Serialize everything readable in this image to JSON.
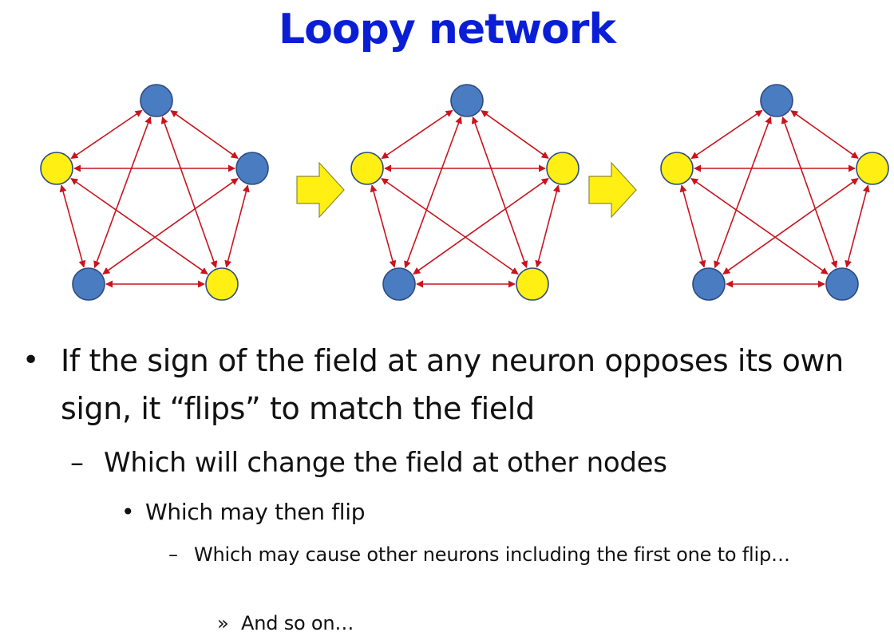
{
  "slide": {
    "title": "Loopy network"
  },
  "colors": {
    "title": "#0a1ed6",
    "edge": "#c8141e",
    "node_blue": "#4a7cc2",
    "node_yellow": "#ffef12",
    "node_stroke": "#2d4a80",
    "transition_arrow_fill": "#ffef12",
    "transition_arrow_stroke": "#8a8a30"
  },
  "diagram": {
    "edge_style": "bidirectional-arrows",
    "node_order": [
      "top",
      "right",
      "bottom-right",
      "bottom-left",
      "left"
    ],
    "transition_icon": "right-block-arrow-icon",
    "networks": [
      {
        "id": "state-1",
        "node_states": [
          "blue",
          "blue",
          "yellow",
          "blue",
          "yellow"
        ]
      },
      {
        "id": "state-2",
        "node_states": [
          "blue",
          "yellow",
          "yellow",
          "blue",
          "yellow"
        ]
      },
      {
        "id": "state-3",
        "node_states": [
          "blue",
          "yellow",
          "blue",
          "blue",
          "yellow"
        ]
      }
    ]
  },
  "bullets": [
    {
      "marker": "•",
      "text": "If the sign of the field at any neuron opposes its own sign, it “flips” to match the field"
    },
    {
      "marker": "–",
      "text": "Which will change the field at other nodes"
    },
    {
      "marker": "•",
      "text": "Which may then flip"
    },
    {
      "marker": "–",
      "text": "Which may cause other neurons including the first one to flip…"
    },
    {
      "marker": "»",
      "text": "And so on…"
    }
  ]
}
